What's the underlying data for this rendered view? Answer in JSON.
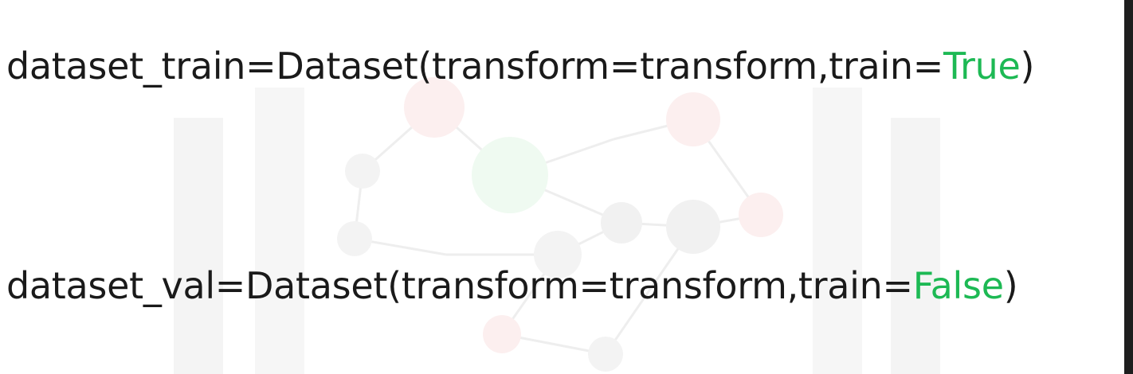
{
  "code": {
    "line1": {
      "prefix": "dataset_train=Dataset(transform=transform,train=",
      "keyword": "True",
      "suffix": ")"
    },
    "line2": {
      "prefix": "dataset_val=Dataset(transform=transform,train=",
      "keyword": "False",
      "suffix": ")"
    }
  },
  "colors": {
    "text": "#1a1a1a",
    "keyword": "#1db954",
    "background": "#ffffff",
    "edge": "#1e1e1e"
  }
}
